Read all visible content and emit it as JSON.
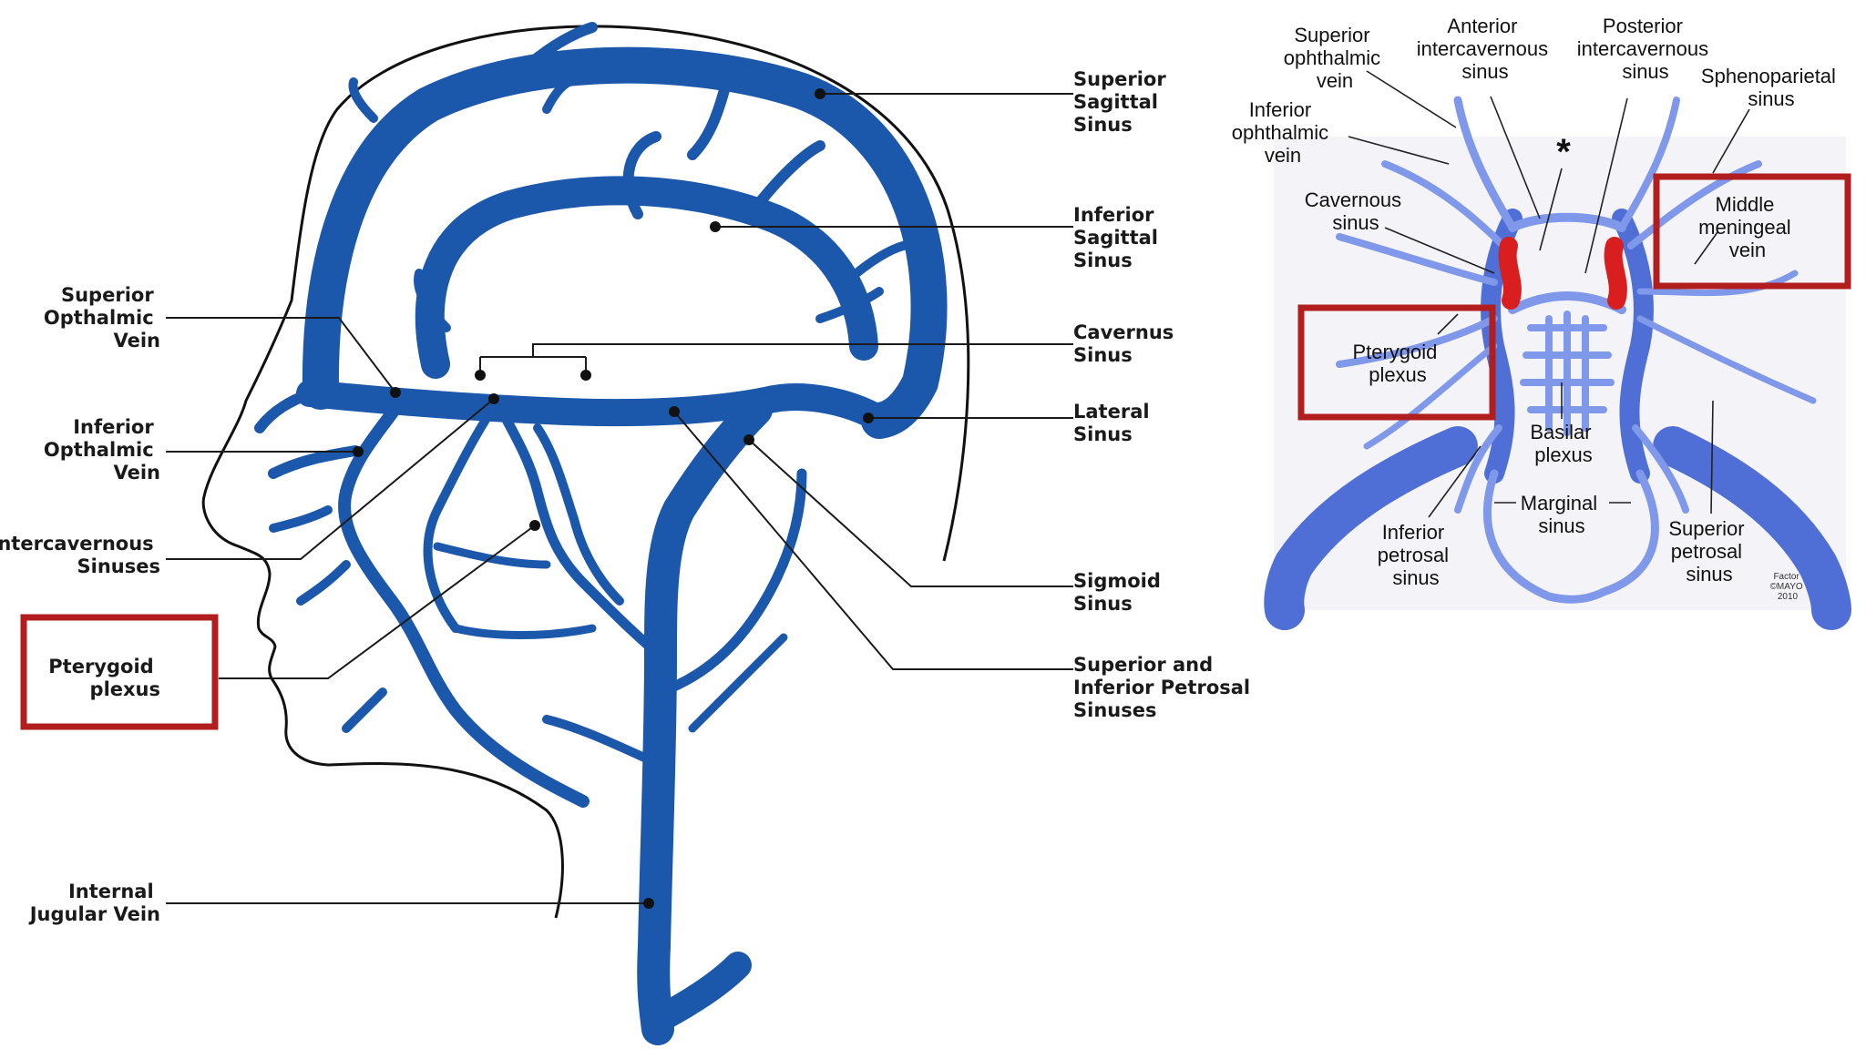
{
  "left_diagram": {
    "labels": {
      "superior_sagittal_sinus": [
        "Superior",
        "Sagittal",
        "Sinus"
      ],
      "inferior_sagittal_sinus": [
        "Inferior",
        "Sagittal",
        "Sinus"
      ],
      "cavernus_sinus": [
        "Cavernus",
        "Sinus"
      ],
      "lateral_sinus": [
        "Lateral",
        "Sinus"
      ],
      "sigmoid_sinus": [
        "Sigmoid",
        "Sinus"
      ],
      "petrosal_sinuses": [
        "Superior and",
        "Inferior Petrosal",
        "Sinuses"
      ],
      "superior_opthalmic_vein": [
        "Superior",
        "Opthalmic",
        "Vein"
      ],
      "inferior_opthalmic_vein": [
        "Inferior",
        "Opthalmic",
        "Vein"
      ],
      "intercavernous_sinuses": [
        "Intercavernous",
        "Sinuses"
      ],
      "pterygoid_plexus": [
        "Pterygoid",
        "plexus"
      ],
      "internal_jugular_vein": [
        "Internal",
        "Jugular Vein"
      ]
    }
  },
  "right_diagram": {
    "labels": {
      "superior_ophthalmic_vein": [
        "Superior",
        "ophthalmic",
        "vein"
      ],
      "anterior_intercavernous_sinus": [
        "Anterior",
        "intercavernous",
        "sinus"
      ],
      "posterior_intercavernous_sinus": [
        "Posterior",
        "intercavernous",
        "sinus"
      ],
      "sphenoparietal_sinus": [
        "Sphenoparietal",
        "sinus"
      ],
      "inferior_ophthalmic_vein": [
        "Inferior",
        "ophthalmic",
        "vein"
      ],
      "cavernous_sinus": [
        "Cavernous",
        "sinus"
      ],
      "middle_meningeal_vein": [
        "Middle",
        "meningeal",
        "vein"
      ],
      "pterygoid_plexus": [
        "Pterygoid",
        "plexus"
      ],
      "basilar_plexus": [
        "Basilar",
        "plexus"
      ],
      "marginal_sinus": [
        "Marginal",
        "sinus"
      ],
      "inferior_petrosal_sinus": [
        "Inferior",
        "petrosal",
        "sinus"
      ],
      "superior_petrosal_sinus": [
        "Superior",
        "petrosal",
        "sinus"
      ],
      "asterisk": "*"
    },
    "credit": [
      "Factor",
      "©MAYO",
      "2010"
    ]
  },
  "colors": {
    "vein_left": "#1b58ab",
    "vein_right": "#4f6fd6",
    "vein_right_light": "#7f98ea",
    "highlight_box": "#b21d1d",
    "artery": "#d81e1e"
  }
}
